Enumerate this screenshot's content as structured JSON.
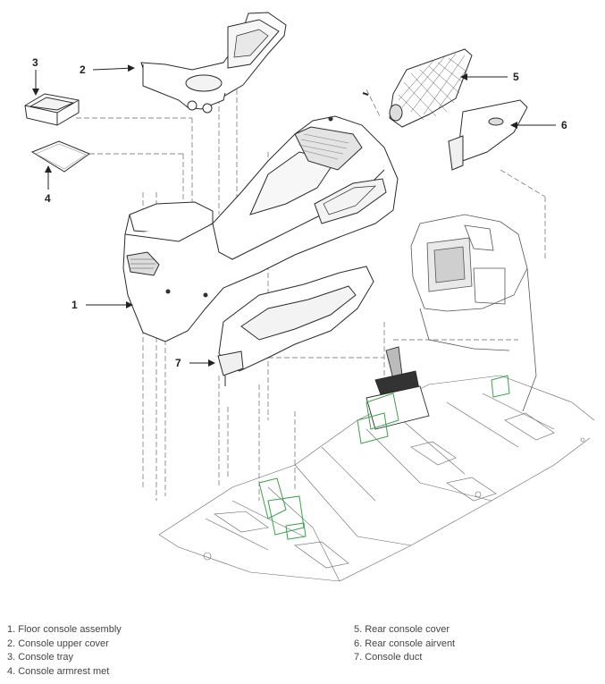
{
  "callouts": {
    "c1": "1",
    "c2": "2",
    "c3": "3",
    "c4": "4",
    "c5": "5",
    "c6": "6",
    "c7": "7"
  },
  "legend": {
    "left": [
      "1. Floor console assembly",
      "2. Console upper cover",
      "3. Console tray",
      "4. Console armrest met"
    ],
    "right": [
      "5. Rear console cover",
      "6. Rear console airvent",
      "7. Console duct"
    ]
  },
  "colors": {
    "line": "#2b2b2b",
    "light_line": "#8a8a8a",
    "bracket_green": "#3aa34a",
    "text": "#444444"
  }
}
